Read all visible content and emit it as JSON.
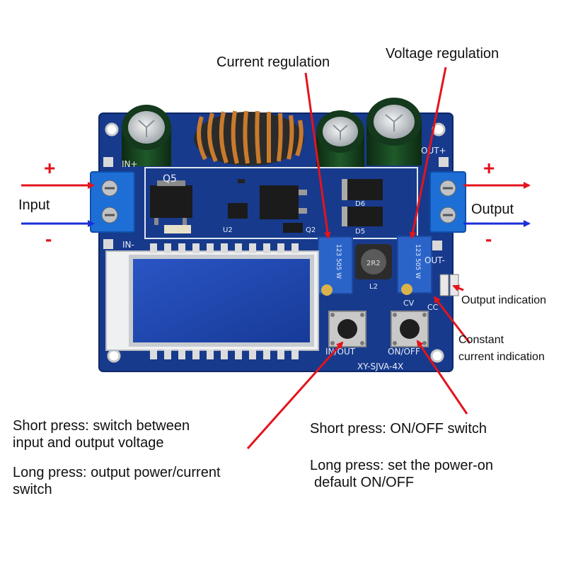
{
  "labels": {
    "current_regulation": "Current regulation",
    "voltage_regulation": "Voltage regulation",
    "input": "Input",
    "output": "Output",
    "plus": "+",
    "minus": "-",
    "output_indication": "Output indication",
    "constant_current_1": "Constant",
    "constant_current_2": "current indication"
  },
  "descriptions": {
    "in_out_short_1": "Short press: switch between",
    "in_out_short_2": "input and output voltage",
    "in_out_long_1": "Long press: output power/current",
    "in_out_long_2": "switch",
    "onoff_short": "Short press: ON/OFF switch",
    "onoff_long_1": "Long press: set the power-on",
    "onoff_long_2": "default ON/OFF"
  },
  "silkscreen": {
    "in_plus": "IN+",
    "in_minus": "IN-",
    "out_plus": "OUT+",
    "out_minus": "OUT-",
    "q5": "Q5",
    "u2": "U2",
    "q2": "Q2",
    "l2": "L2",
    "d6": "D6",
    "d5": "D5",
    "cc": "CC",
    "cv": "CV",
    "in_out_button": "IN/OUT",
    "on_off_button": "ON/OFF",
    "model": "XY-SJVA-4X",
    "pot_code": "123 505 W",
    "inductor_code": "2R2"
  },
  "colors": {
    "pcb": "#173a8c",
    "arrow_red": "#e3141c",
    "arrow_blue": "#1a2fd6",
    "terminal_blue": "#1d6fd6",
    "lcd": "#1f43a8",
    "copper": "#c97a2c"
  }
}
